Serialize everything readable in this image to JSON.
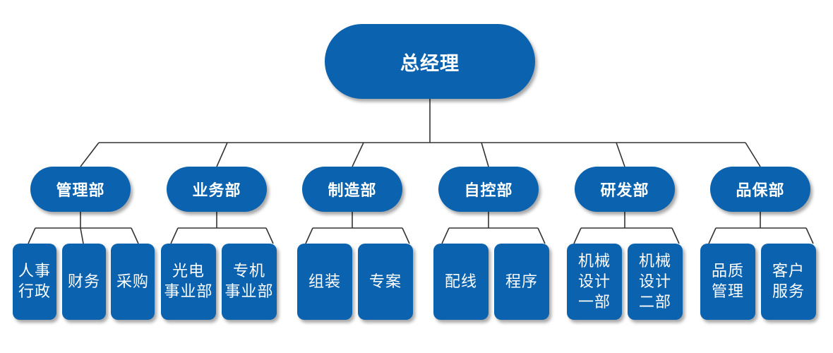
{
  "root": {
    "label": "总经理"
  },
  "departments": [
    {
      "label": "管理部",
      "children": [
        {
          "lines": [
            "人事",
            "行政"
          ]
        },
        {
          "lines": [
            "财务"
          ]
        },
        {
          "lines": [
            "采购"
          ]
        }
      ]
    },
    {
      "label": "业务部",
      "children": [
        {
          "lines": [
            "光电",
            "事业部"
          ]
        },
        {
          "lines": [
            "专机",
            "事业部"
          ]
        }
      ]
    },
    {
      "label": "制造部",
      "children": [
        {
          "lines": [
            "组装"
          ]
        },
        {
          "lines": [
            "专案"
          ]
        }
      ]
    },
    {
      "label": "自控部",
      "children": [
        {
          "lines": [
            "配线"
          ]
        },
        {
          "lines": [
            "程序"
          ]
        }
      ]
    },
    {
      "label": "研发部",
      "children": [
        {
          "lines": [
            "机械",
            "设计",
            "一部"
          ]
        },
        {
          "lines": [
            "机械",
            "设计",
            "二部"
          ]
        }
      ]
    },
    {
      "label": "品保部",
      "children": [
        {
          "lines": [
            "品质",
            "管理"
          ]
        },
        {
          "lines": [
            "客户",
            "服务"
          ]
        }
      ]
    }
  ],
  "colors": {
    "node_fill": "#0B62AE",
    "node_text": "#FFFFFF",
    "connector": "#333333"
  }
}
